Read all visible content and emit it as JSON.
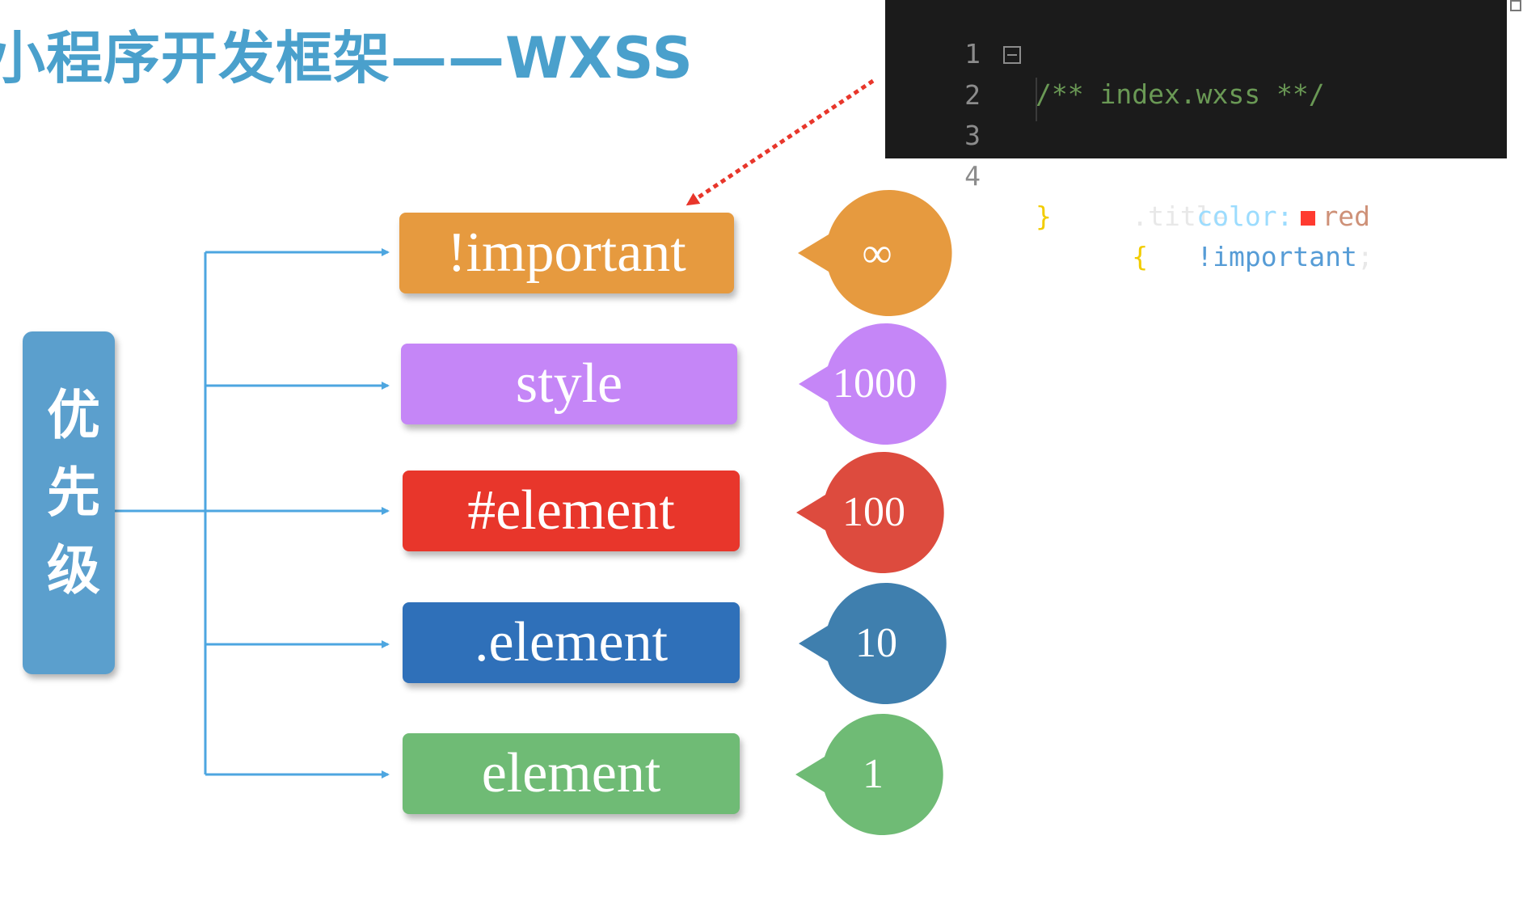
{
  "title": "小程序开发框架——WXSS",
  "code": {
    "lines": [
      {
        "no": "1",
        "comment": "/** index.wxss **/"
      },
      {
        "no": "2",
        "selector": ".title",
        "brace": "{"
      },
      {
        "no": "3",
        "property": "color:",
        "value": "red",
        "important": "!important",
        "semicolon": ";"
      },
      {
        "no": "4",
        "brace": "}"
      }
    ],
    "swatch_color": "#ff3b30"
  },
  "priority_label": "优先级",
  "selectors": [
    {
      "label": "!important",
      "score": "∞",
      "color": "#e69a3f"
    },
    {
      "label": "style",
      "score": "1000",
      "color": "#c586f7"
    },
    {
      "label": "#element",
      "score": "100",
      "color": "#e8362b"
    },
    {
      "label": ".element",
      "score": "10",
      "color": "#2f70b9"
    },
    {
      "label": "element",
      "score": "1",
      "color": "#6fbb75"
    }
  ],
  "score_colors": [
    "#e69a3f",
    "#c586f7",
    "#dd4b3e",
    "#3f7fae",
    "#6fbb75"
  ],
  "connector_color": "#4da6e0",
  "annotation_arrow_color": "#e8362b"
}
